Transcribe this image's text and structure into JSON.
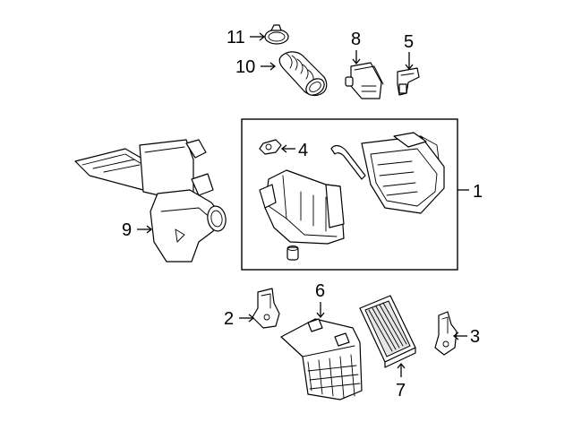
{
  "diagram": {
    "callouts": {
      "c1": "1",
      "c2": "2",
      "c3": "3",
      "c4": "4",
      "c5": "5",
      "c6": "6",
      "c7": "7",
      "c8": "8",
      "c9": "9",
      "c10": "10",
      "c11": "11"
    },
    "colors": {
      "line": "#000000",
      "background": "#ffffff",
      "filter_shade": "#e6e6e6"
    }
  }
}
